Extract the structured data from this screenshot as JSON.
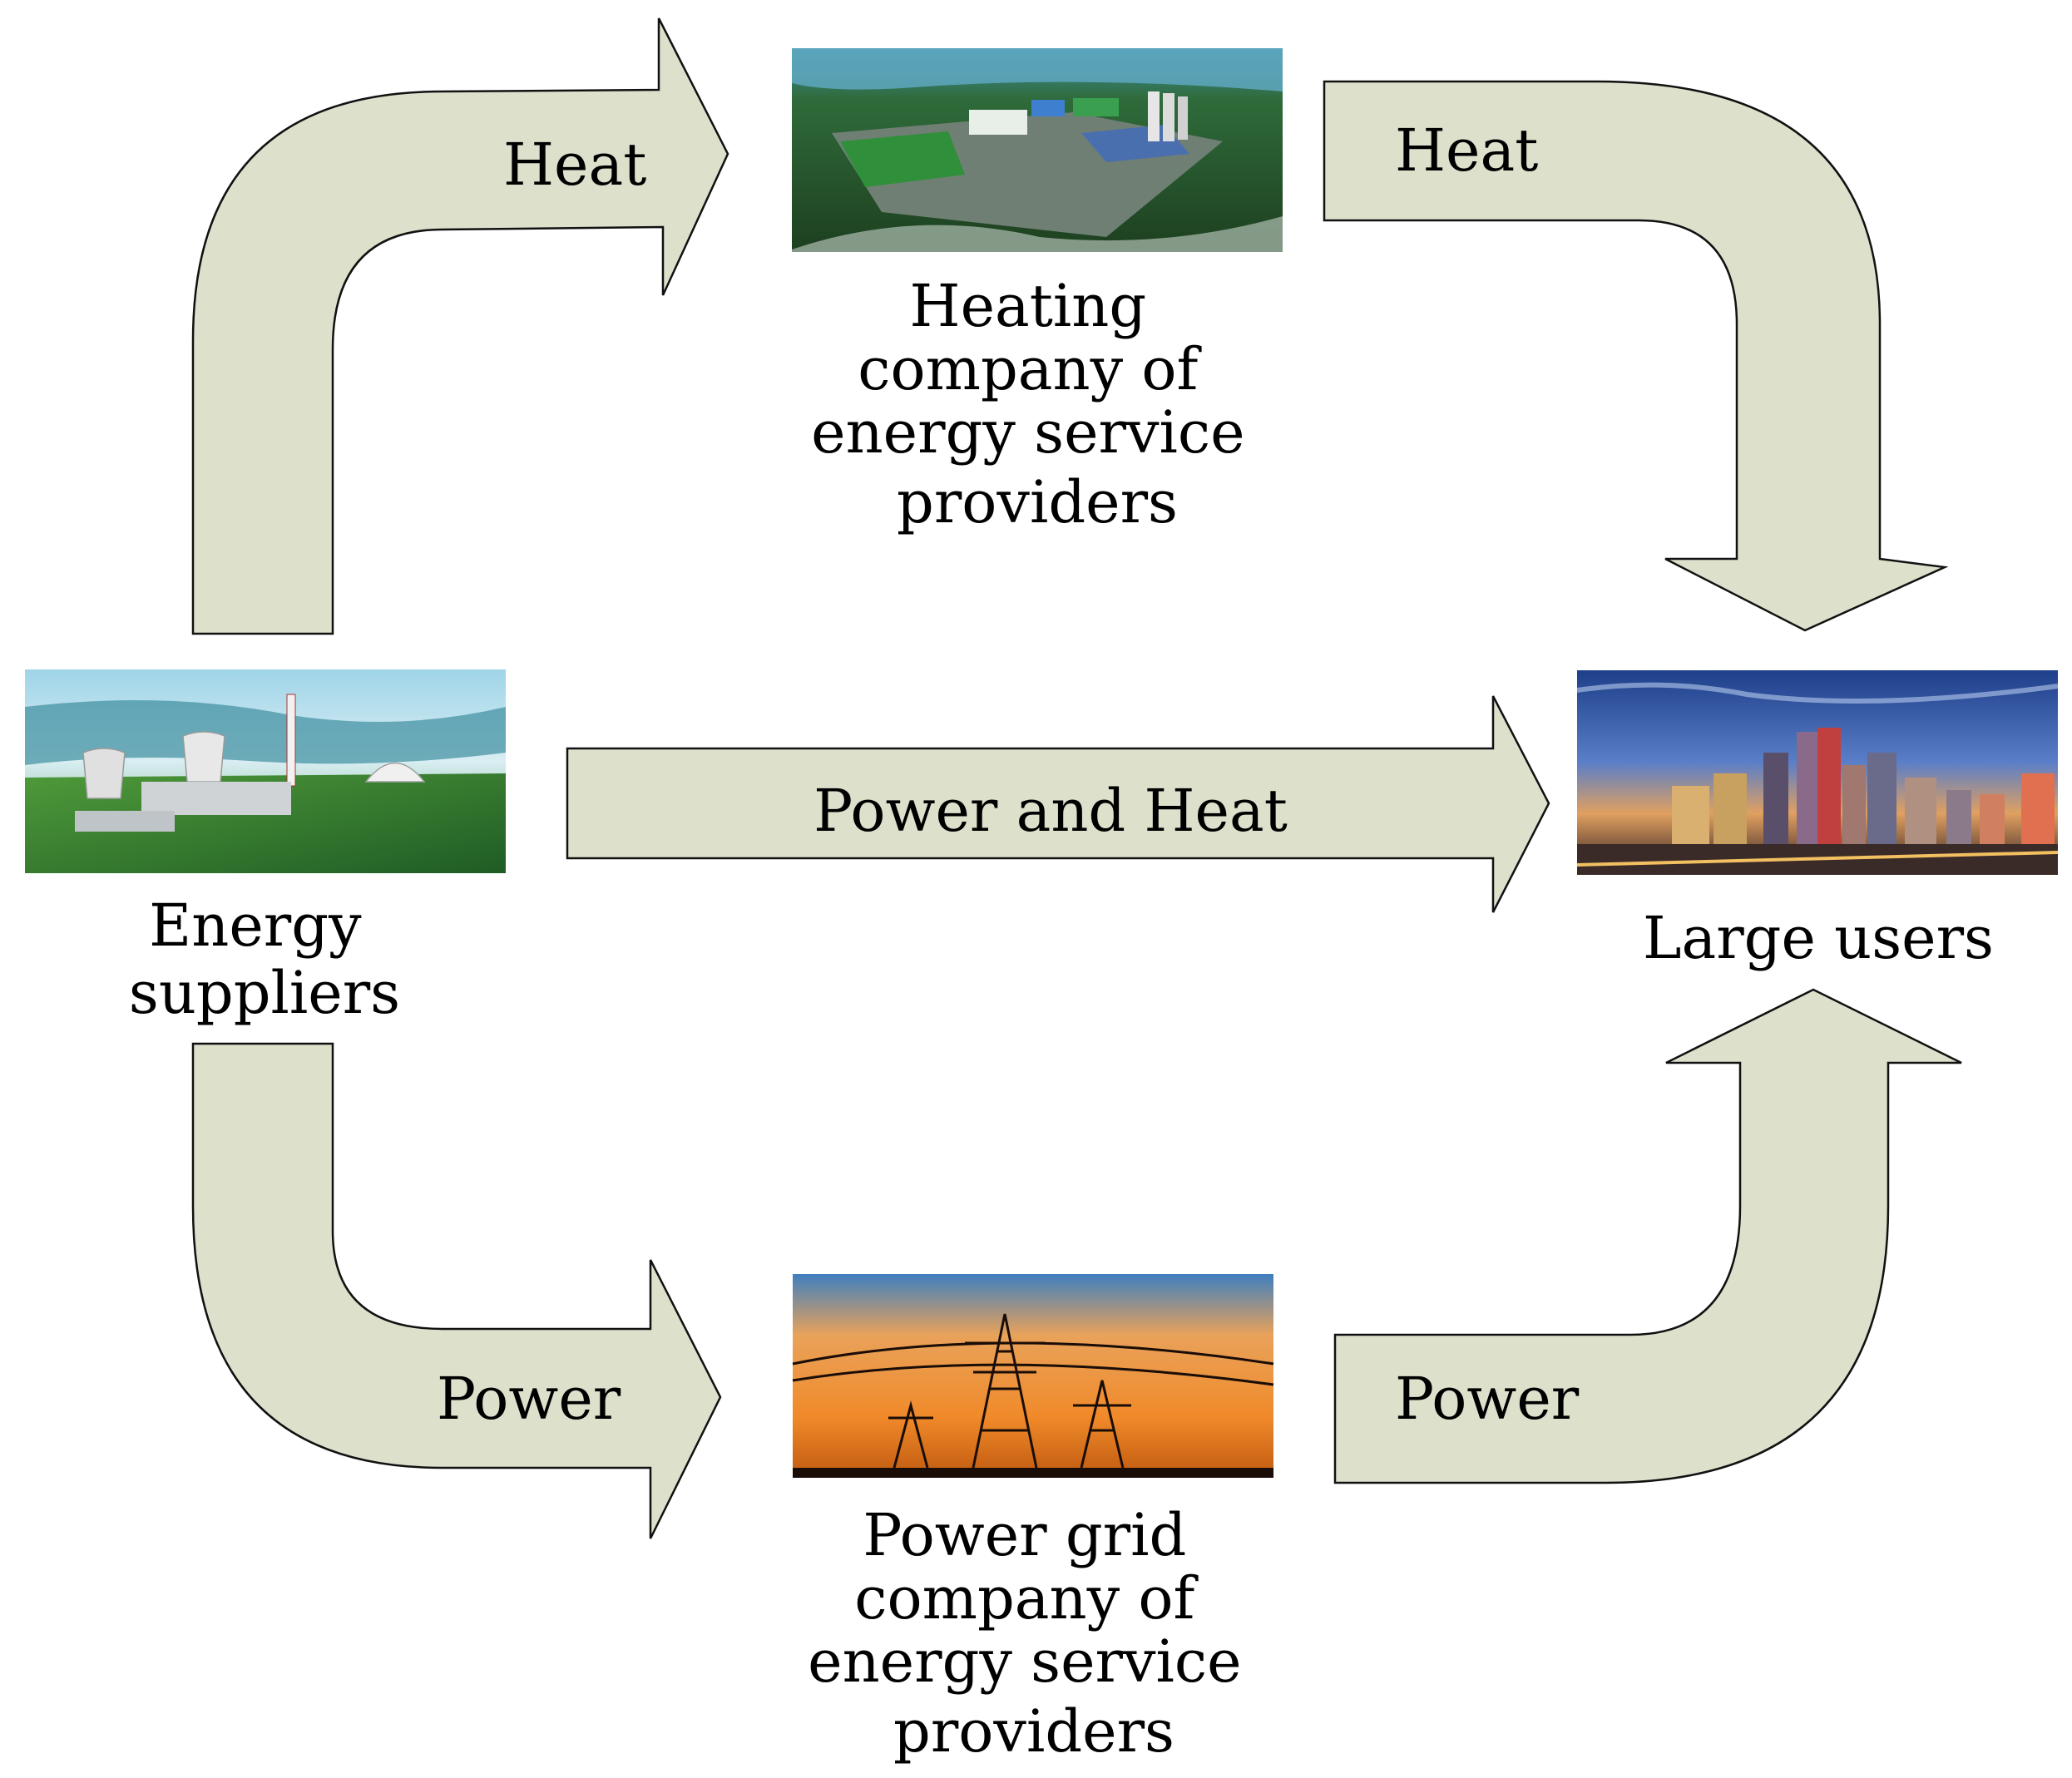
{
  "nodes": {
    "energy_suppliers": {
      "label_lines": [
        "Energy",
        "suppliers"
      ],
      "picture": "power-plant-picture"
    },
    "heating_company": {
      "label_lines": [
        "Heating",
        "company of",
        "energy service",
        "providers"
      ],
      "picture": "heating-plant-aerial-picture"
    },
    "power_grid_company": {
      "label_lines": [
        "Power grid",
        "company of",
        "energy service",
        "providers"
      ],
      "picture": "transmission-towers-sunset-picture"
    },
    "large_users": {
      "label_lines": [
        "Large users"
      ],
      "picture": "city-skyline-night-picture"
    }
  },
  "flows": {
    "supplier_to_heating": "Heat",
    "heating_to_users": "Heat",
    "supplier_to_users": "Power and Heat",
    "supplier_to_grid": "Power",
    "grid_to_users": "Power"
  },
  "colors": {
    "arrow_fill": "#dde1cc",
    "arrow_stroke": "#111111"
  }
}
